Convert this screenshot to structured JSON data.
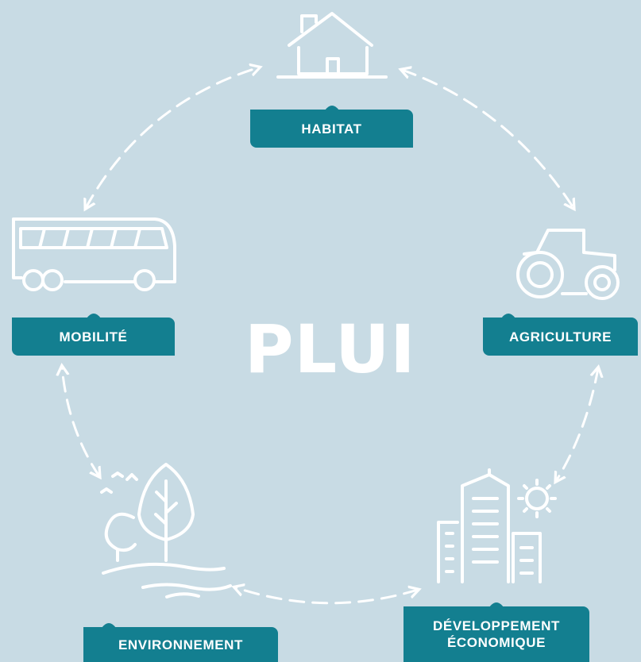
{
  "title": "PLUI",
  "labels": {
    "habitat": "HABITAT",
    "mobilite": "MOBILITÉ",
    "agriculture": "AGRICULTURE",
    "environnement": "ENVIRONNEMENT",
    "developpement_line1": "DÉVELOPPEMENT",
    "developpement_line2": "ÉCONOMIQUE"
  },
  "icons": [
    "house-icon",
    "tractor-icon",
    "buildings-sun-icon",
    "tree-water-icon",
    "bus-icon"
  ],
  "colors": {
    "background": "#c8dbe4",
    "label_bg": "#137f90",
    "foreground": "#ffffff"
  }
}
